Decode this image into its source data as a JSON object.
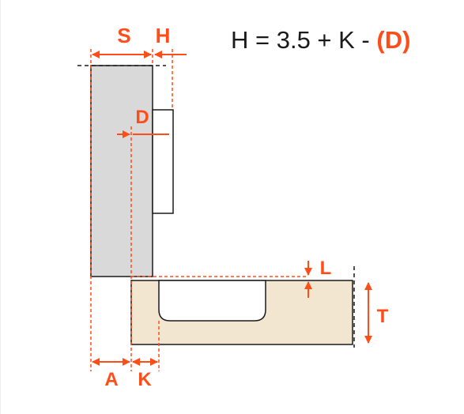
{
  "formula": {
    "main": "H = 3.5 + K - ",
    "highlight": "(D)"
  },
  "labels": {
    "S": "S",
    "H": "H",
    "D": "D",
    "L": "L",
    "T": "T",
    "A": "A",
    "K": "K"
  },
  "colors": {
    "accent": "#ff4d1a",
    "door_fill": "#d9d9d9",
    "panel_fill": "#f3e6d0",
    "outline": "#1a1a1a",
    "formula_text": "#1a1a1a",
    "background": "#ffffff"
  }
}
